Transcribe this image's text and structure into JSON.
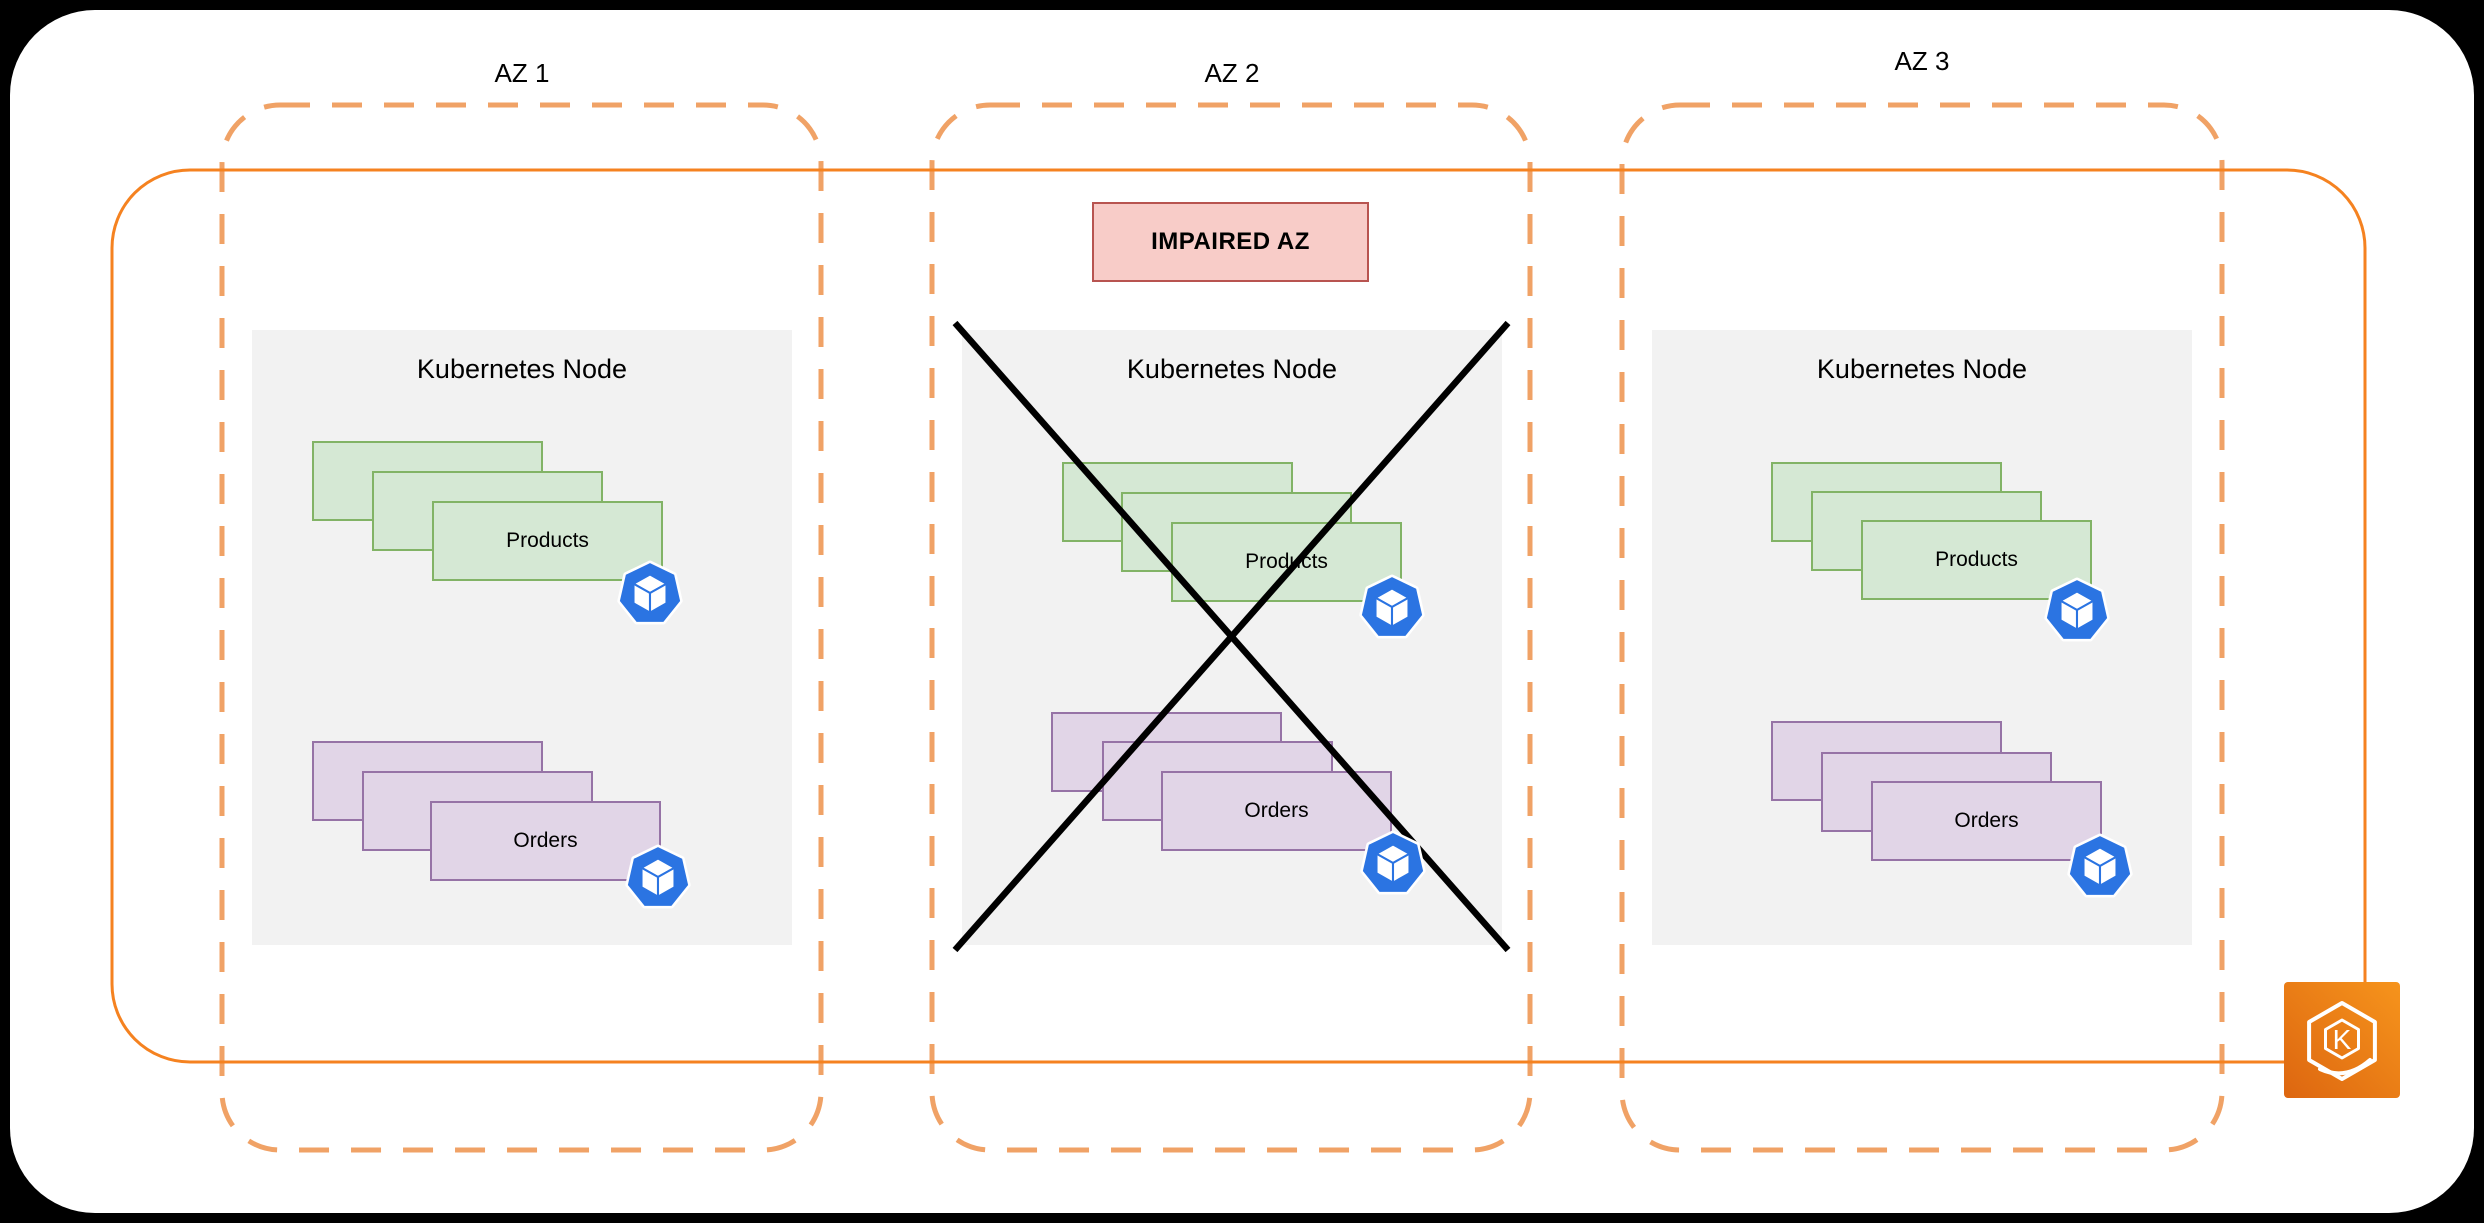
{
  "diagram": {
    "title_hint": "EKS cluster across three availability zones with AZ 2 impaired"
  },
  "cluster": {
    "type": "eks-cluster-boundary",
    "eks_letter": "K"
  },
  "badges": {
    "impaired": {
      "label": "IMPAIRED AZ"
    }
  },
  "azs": [
    {
      "label": "AZ 1",
      "impaired": false,
      "node": {
        "title": "Kubernetes Node",
        "stacks": [
          {
            "label": "Products",
            "replicas": 3
          },
          {
            "label": "Orders",
            "replicas": 3
          }
        ]
      }
    },
    {
      "label": "AZ 2",
      "impaired": true,
      "node": {
        "title": "Kubernetes Node",
        "stacks": [
          {
            "label": "Products",
            "replicas": 3
          },
          {
            "label": "Orders",
            "replicas": 3
          }
        ]
      }
    },
    {
      "label": "AZ 3",
      "impaired": false,
      "node": {
        "title": "Kubernetes Node",
        "stacks": [
          {
            "label": "Products",
            "replicas": 3
          },
          {
            "label": "Orders",
            "replicas": 3
          }
        ]
      }
    }
  ],
  "colors": {
    "background": "#000000",
    "canvas": "#FFFFFF",
    "cluster_border": "#F58220",
    "az_dashed_border": "#F0A266",
    "node_fill": "#F2F2F2",
    "products_fill": "#D5E8D4",
    "products_border": "#82B366",
    "orders_fill": "#E1D5E7",
    "orders_border": "#9673A6",
    "impaired_fill": "#F8CCC8",
    "impaired_border": "#B85450",
    "pod_blue": "#2B74E2",
    "x_mark": "#000000",
    "eks_gradient_start": "#DD6610",
    "eks_gradient_end": "#F6941C"
  }
}
